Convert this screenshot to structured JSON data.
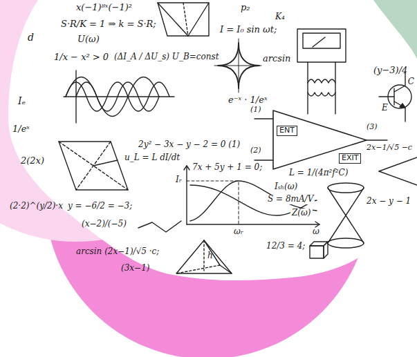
{
  "diagram": {
    "labels": [
      "x(−1)⁸ˣ(−1)²",
      "S·R/K = 1 ⇒ k = S·R;",
      "d",
      "U(ω)",
      "1/x − x² > 0",
      "(ΔI_A / ΔU_s) U_B=const",
      "p₂",
      "K₄",
      "I = I₀ sin ωt;",
      "arcsin",
      "(y−3)/4",
      "Iₑ",
      "1/eˣ",
      "e⁻ˣ · 1/eˣ",
      "E",
      "C",
      "(1)",
      "ENT",
      "(2)",
      "(3)",
      "EXIT",
      "2x−1/√5 −c",
      "L = 1/(4π²f²C)",
      "2(2x)",
      "u_L = L dI/dt",
      "2y² − 3x − y − 2 = 0 (1)",
      "7x + 5y + 1 = 0;",
      "Iᵣ",
      "Iₛₕ(ω)",
      "S = 8mA/V",
      "Z(ω)",
      "2x − y − 1",
      "ωᵣ",
      "ω",
      "(2·2)^(y/2)·x",
      "y = −6/2 = −3;",
      "(x−2)/(−5)",
      "12/3 = 4;",
      "arcsin (2x−1)/√5 ·c;",
      "(3x−1)",
      "h"
    ]
  }
}
